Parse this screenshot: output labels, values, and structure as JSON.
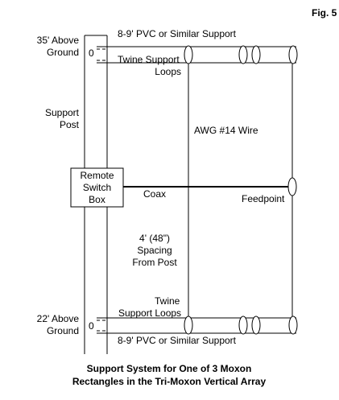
{
  "figure": {
    "fig_label": "Fig. 5",
    "top_height_label": [
      "35' Above",
      "Ground"
    ],
    "bottom_height_label": [
      "22' Above",
      "Ground"
    ],
    "top_pvc_label": "8-9' PVC or Similar Support",
    "bottom_pvc_label": "8-9' PVC or Similar Support",
    "top_twine_label": [
      "Twine Support",
      "Loops"
    ],
    "bottom_twine_label": [
      "Twine",
      "Support Loops"
    ],
    "support_post_label": [
      "Support",
      "Post"
    ],
    "wire_label": "AWG #14 Wire",
    "switch_box_label": [
      "Remote",
      "Switch",
      "Box"
    ],
    "coax_label": "Coax",
    "feedpoint_label": "Feedpoint",
    "spacing_label": [
      "4' (48\")",
      "Spacing",
      "From Post"
    ],
    "post_mark_top": "0",
    "post_mark_bottom": "0",
    "caption": [
      "Support System for One of 3 Moxon",
      "Rectangles in the Tri-Moxon Vertical Array"
    ]
  }
}
